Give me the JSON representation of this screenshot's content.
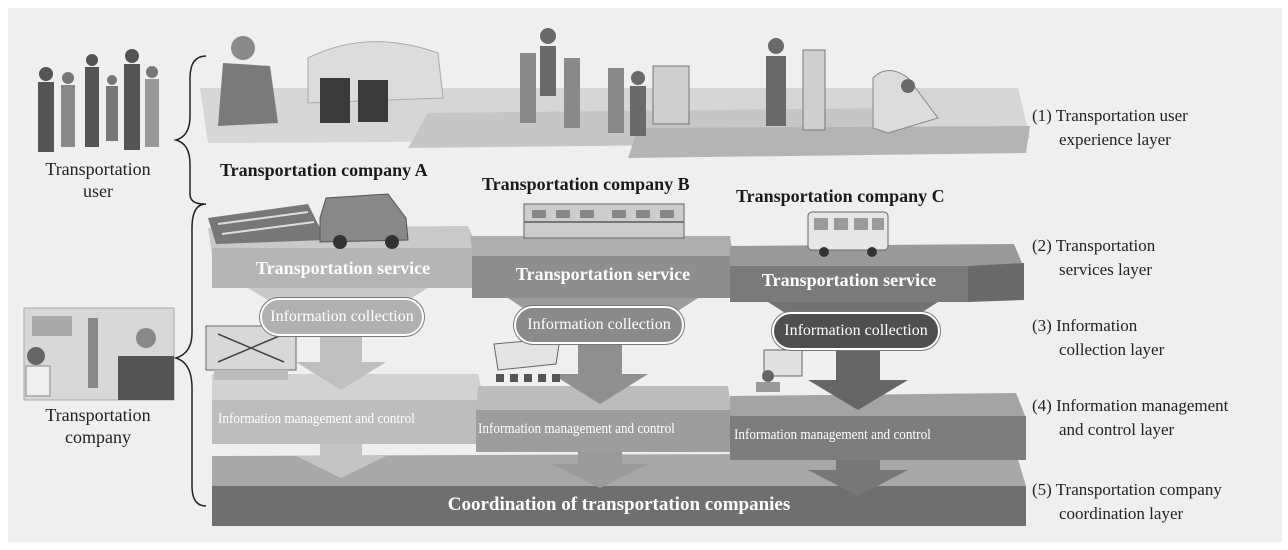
{
  "left_labels": {
    "user": [
      "Transportation",
      "user"
    ],
    "company": [
      "Transportation",
      "company"
    ]
  },
  "companies": [
    {
      "name": "Transportation company A",
      "service": "Transportation service",
      "collection": "Information collection",
      "management": "Information management and control"
    },
    {
      "name": "Transportation company B",
      "service": "Transportation service",
      "collection": "Information collection",
      "management": "Information management and control"
    },
    {
      "name": "Transportation company C",
      "service": "Transportation service",
      "collection": "Information collection",
      "management": "Information management and control"
    }
  ],
  "coordination_label": "Coordination of transportation companies",
  "layers": [
    [
      "(1) Transportation user",
      "experience layer"
    ],
    [
      "(2) Transportation",
      "services layer"
    ],
    [
      "(3) Information",
      "collection layer"
    ],
    [
      "(4) Information management",
      "and control layer"
    ],
    [
      "(5) Transportation company",
      "coordination layer"
    ]
  ]
}
